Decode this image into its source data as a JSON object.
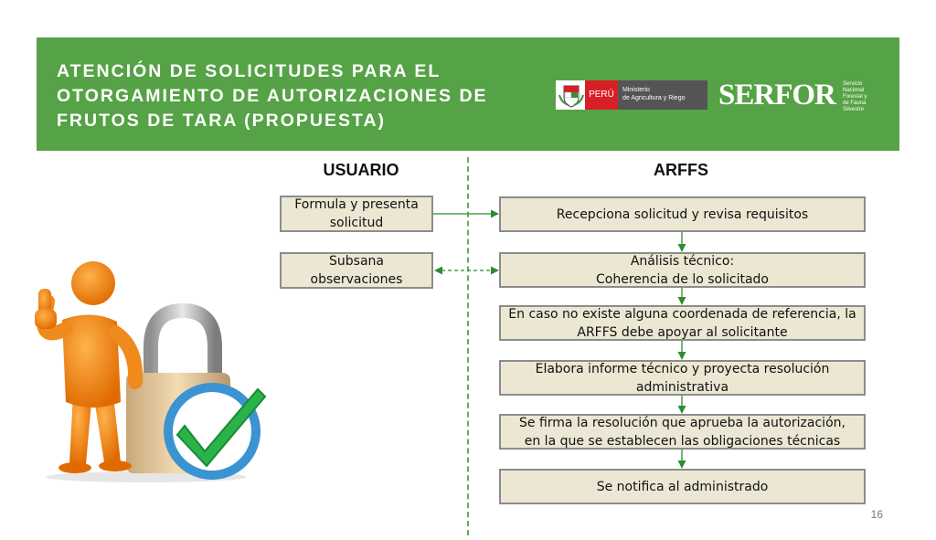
{
  "header": {
    "title_lines": [
      "ATENCIÓN DE SOLICITUDES PARA EL",
      "OTORGAMIENTO DE AUTORIZACIONES DE",
      "FRUTOS DE TARA (PROPUESTA)"
    ],
    "peru_logo": {
      "label": "PERÚ",
      "ministry_lines": [
        "Ministerio",
        "de Agricultura y Riego"
      ]
    },
    "serfor_logo": {
      "name": "SERFOR",
      "subtitle_lines": [
        "Servicio",
        "Nacional",
        "Forestal y",
        "de Fauna",
        "Silvestre"
      ]
    },
    "colors": {
      "header_bg": "#56a246",
      "box_bg": "#ebe7d3",
      "arrow": "#2e8b2e"
    }
  },
  "columns": {
    "usuario": "USUARIO",
    "arffs": "ARFFS"
  },
  "usuario_steps": [
    {
      "lines": [
        "Formula y presenta",
        "solicitud"
      ]
    },
    {
      "lines": [
        "Subsana",
        "observaciones"
      ]
    }
  ],
  "arffs_steps": [
    {
      "lines": [
        "Recepciona solicitud y revisa requisitos"
      ]
    },
    {
      "lines": [
        "Análisis técnico:",
        "Coherencia de lo solicitado"
      ]
    },
    {
      "lines": [
        "En caso no existe alguna coordenada de referencia, la",
        "ARFFS debe apoyar al solicitante"
      ]
    },
    {
      "lines": [
        "Elabora informe técnico y proyecta resolución",
        "administrativa"
      ]
    },
    {
      "lines": [
        "Se firma la resolución que aprueba la autorización,",
        "en la que se establecen las obligaciones técnicas"
      ]
    },
    {
      "lines": [
        "Se notifica al administrado"
      ]
    }
  ],
  "illustration": {
    "icon": "person-thumbs-up-padlock-check-icon"
  },
  "page_number": "16"
}
